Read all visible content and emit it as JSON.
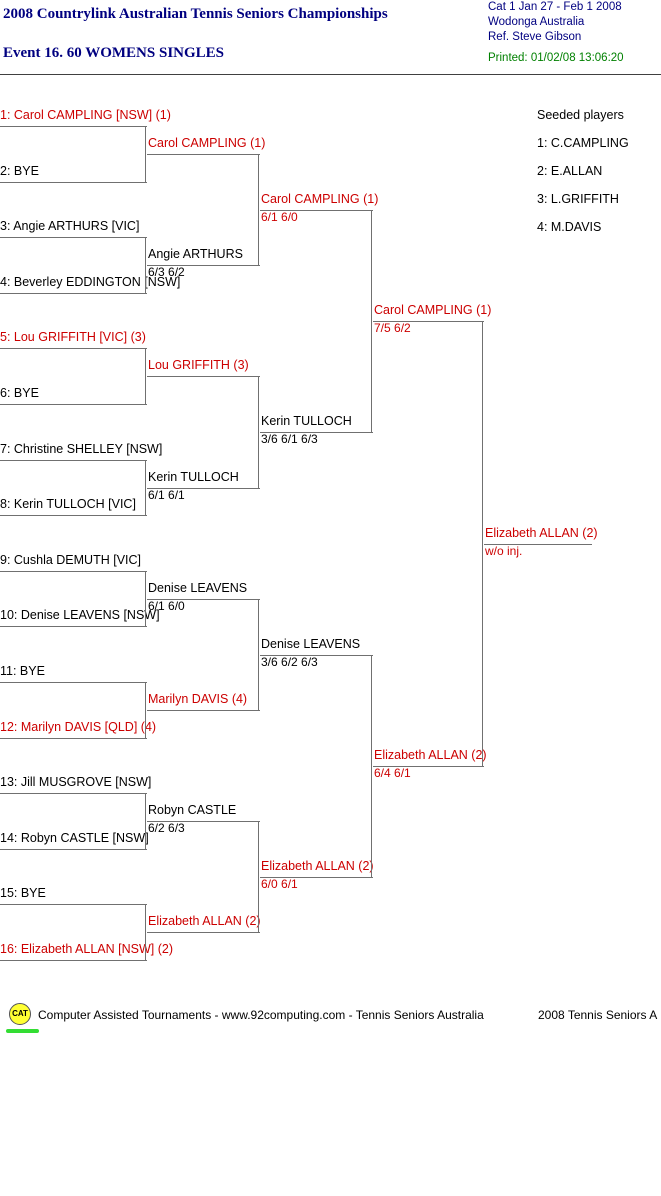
{
  "header": {
    "title": "2008 Countrylink Australian Tennis Seniors Championships",
    "event": "Event 16. 60 WOMENS SINGLES",
    "cat_dates": "Cat 1   Jan 27 - Feb 1 2008",
    "location": "Wodonga   Australia",
    "referee": "Ref. Steve Gibson",
    "printed": "Printed: 01/02/08 13:06:20"
  },
  "seeds": {
    "heading": "Seeded players",
    "list": [
      "1: C.CAMPLING",
      "2: E.ALLAN",
      "3: L.GRIFFITH",
      "4: M.DAVIS"
    ]
  },
  "draw": [
    {
      "label": "1: Carol CAMPLING [NSW] (1)",
      "seeded": true
    },
    {
      "label": "2: BYE",
      "seeded": false
    },
    {
      "label": "3: Angie ARTHURS [VIC]",
      "seeded": false
    },
    {
      "label": "4: Beverley EDDINGTON [NSW]",
      "seeded": false
    },
    {
      "label": "5: Lou GRIFFITH [VIC] (3)",
      "seeded": true
    },
    {
      "label": "6: BYE",
      "seeded": false
    },
    {
      "label": "7: Christine SHELLEY [NSW]",
      "seeded": false
    },
    {
      "label": "8: Kerin TULLOCH [VIC]",
      "seeded": false
    },
    {
      "label": "9: Cushla DEMUTH [VIC]",
      "seeded": false
    },
    {
      "label": "10: Denise LEAVENS [NSW]",
      "seeded": false
    },
    {
      "label": "11: BYE",
      "seeded": false
    },
    {
      "label": "12: Marilyn DAVIS [QLD] (4)",
      "seeded": true
    },
    {
      "label": "13: Jill MUSGROVE [NSW]",
      "seeded": false
    },
    {
      "label": "14: Robyn CASTLE [NSW]",
      "seeded": false
    },
    {
      "label": "15: BYE",
      "seeded": false
    },
    {
      "label": "16: Elizabeth ALLAN [NSW] (2)",
      "seeded": true
    }
  ],
  "round2": [
    {
      "name": "Carol CAMPLING (1)",
      "score": "",
      "seeded": true
    },
    {
      "name": "Angie ARTHURS",
      "score": "6/3 6/2",
      "seeded": false
    },
    {
      "name": "Lou GRIFFITH (3)",
      "score": "",
      "seeded": true
    },
    {
      "name": "Kerin TULLOCH",
      "score": "6/1 6/1",
      "seeded": false
    },
    {
      "name": "Denise LEAVENS",
      "score": "6/1 6/0",
      "seeded": false
    },
    {
      "name": "Marilyn DAVIS (4)",
      "score": "",
      "seeded": true
    },
    {
      "name": "Robyn CASTLE",
      "score": "6/2 6/3",
      "seeded": false
    },
    {
      "name": "Elizabeth ALLAN (2)",
      "score": "",
      "seeded": true
    }
  ],
  "quarterfinals": [
    {
      "name": "Carol CAMPLING (1)",
      "score": "6/1 6/0",
      "seeded": true
    },
    {
      "name": "Kerin TULLOCH",
      "score": "3/6 6/1 6/3",
      "seeded": false
    },
    {
      "name": "Denise LEAVENS",
      "score": "3/6 6/2 6/3",
      "seeded": false
    },
    {
      "name": "Elizabeth ALLAN (2)",
      "score": "6/0 6/1",
      "seeded": true
    }
  ],
  "semifinals": [
    {
      "name": "Carol CAMPLING (1)",
      "score": "7/5 6/2",
      "seeded": true
    },
    {
      "name": "Elizabeth ALLAN (2)",
      "score": "6/4 6/1",
      "seeded": true
    }
  ],
  "final": {
    "name": "Elizabeth ALLAN (2)",
    "score": "w/o inj.",
    "seeded": true
  },
  "footer": {
    "logo": "CAT",
    "credits": "Computer Assisted Tournaments - www.92computing.com -  Tennis Seniors Australia",
    "right": "2008 Tennis Seniors A"
  },
  "colors": {
    "title": "#000080",
    "seeded": "#cc0000",
    "printed": "#008000"
  }
}
